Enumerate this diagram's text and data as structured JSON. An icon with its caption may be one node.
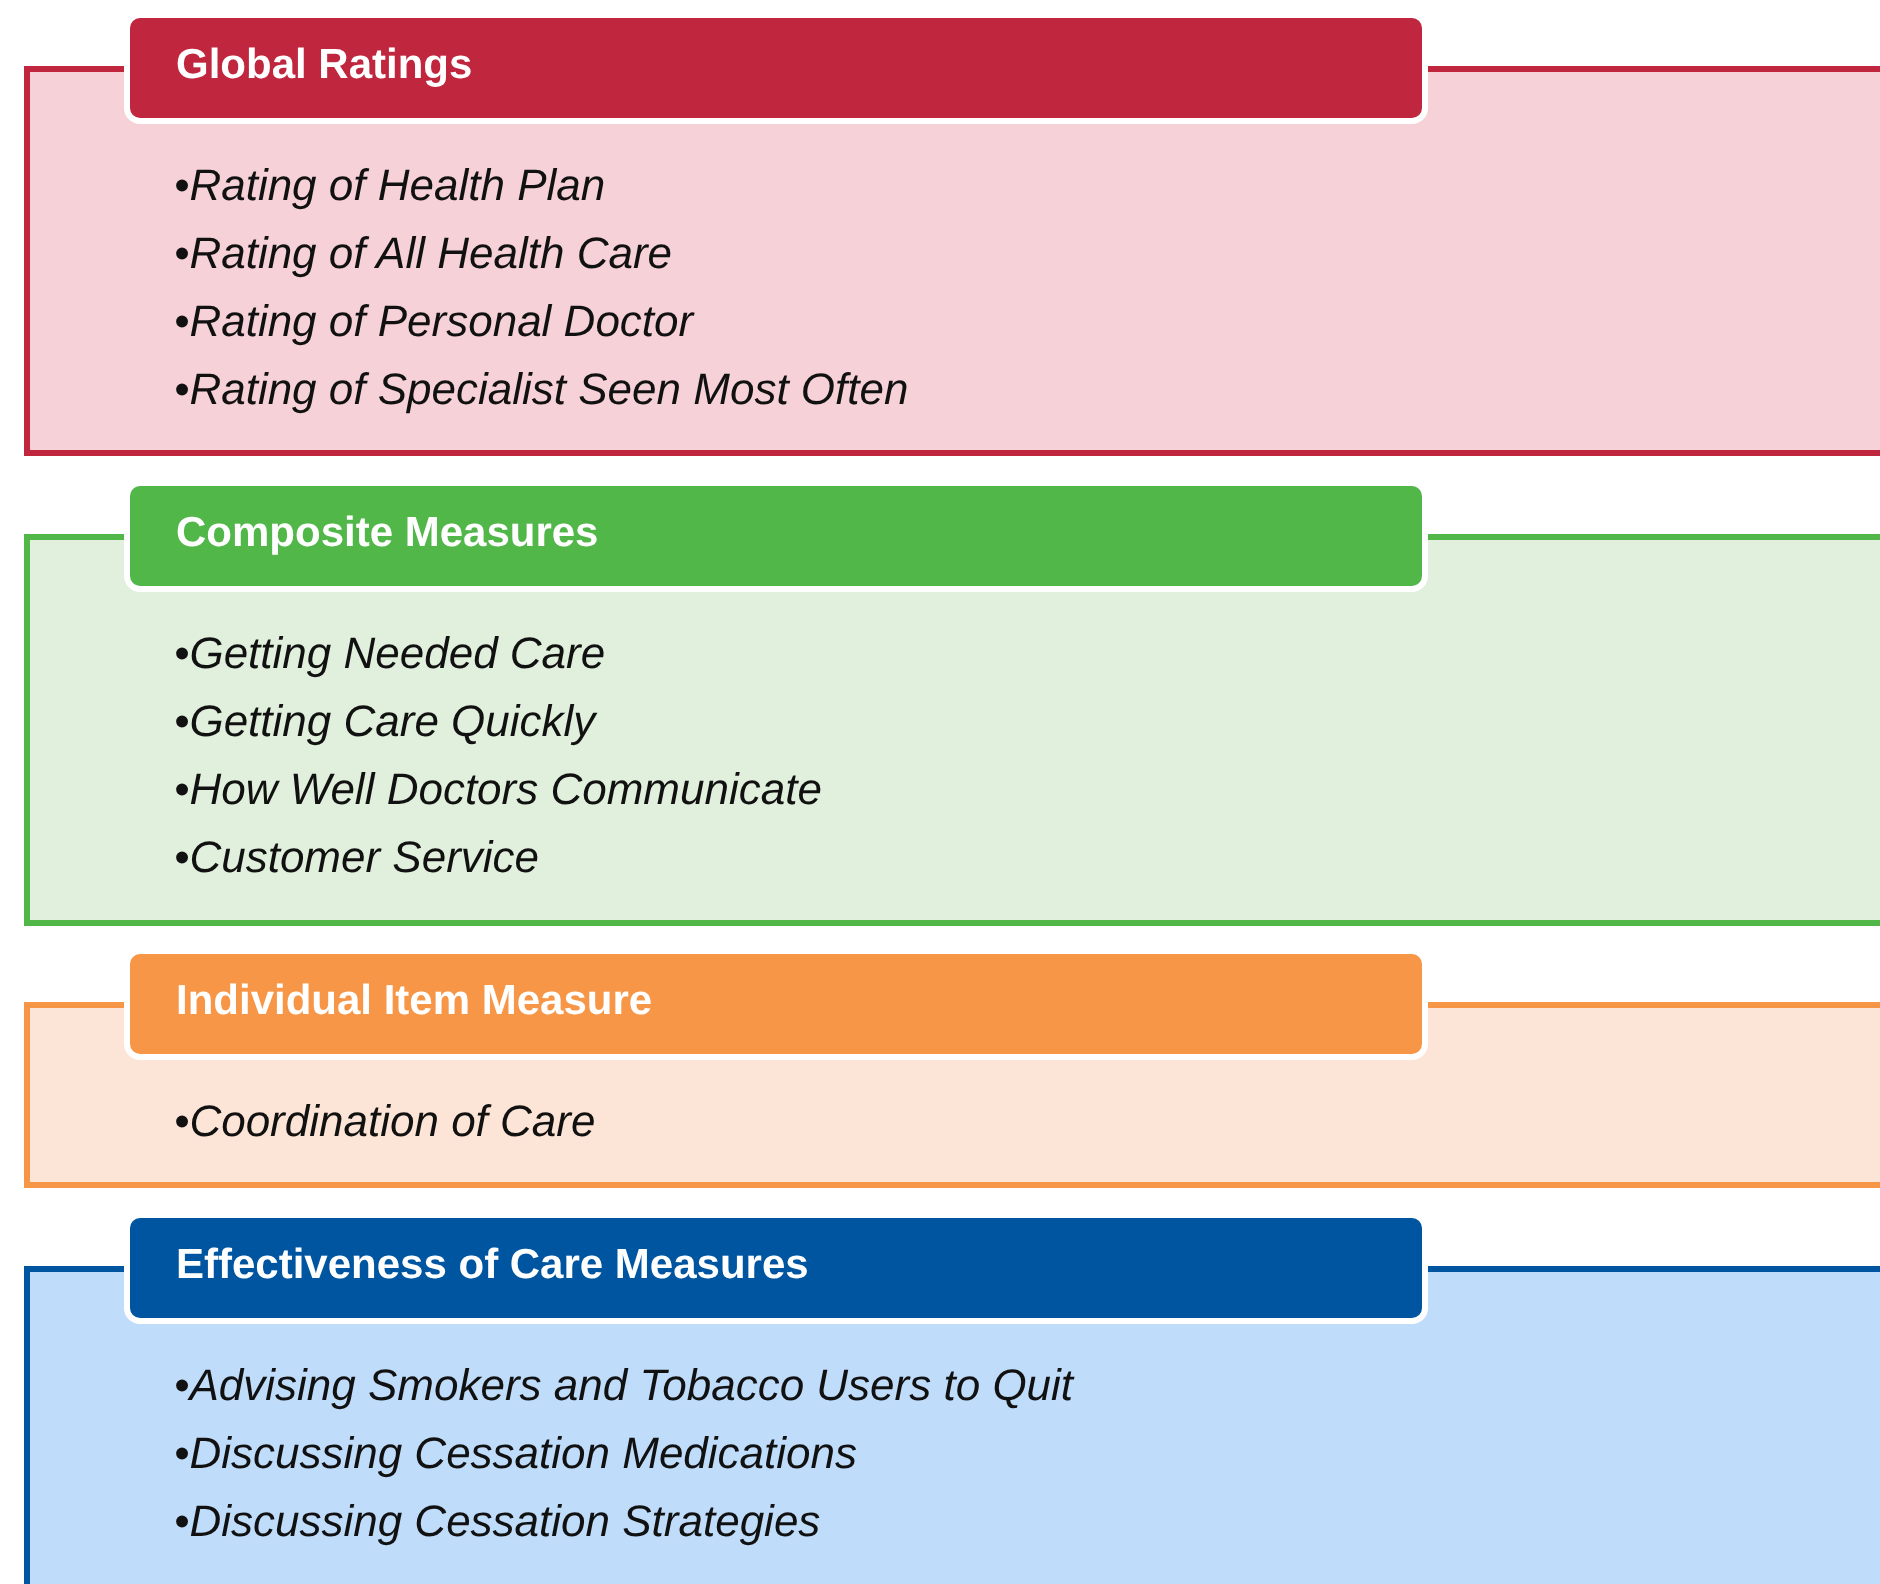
{
  "diagram": {
    "nodes": [
      {
        "text": [
          "Global Ratings",
          "•Rating of Health Plan",
          "•Rating of All Health Care",
          "•Rating of Personal Doctor",
          "•Rating of Specialist Seen Most Often"
        ]
      },
      {
        "text": [
          "Composite Measures",
          "•Getting Needed Care",
          "•Getting Care Quickly",
          "•How Well Doctors Communicate",
          "•Customer Service"
        ]
      },
      {
        "text": [
          "Individual Item Measure",
          "•Coordination of Care"
        ]
      },
      {
        "text": [
          "Effectiveness of Care Measures",
          "•Advising Smokers and Tobacco Users to Quit",
          "•Discussing Cessation Medications",
          "•Discussing Cessation Strategies"
        ]
      }
    ]
  }
}
